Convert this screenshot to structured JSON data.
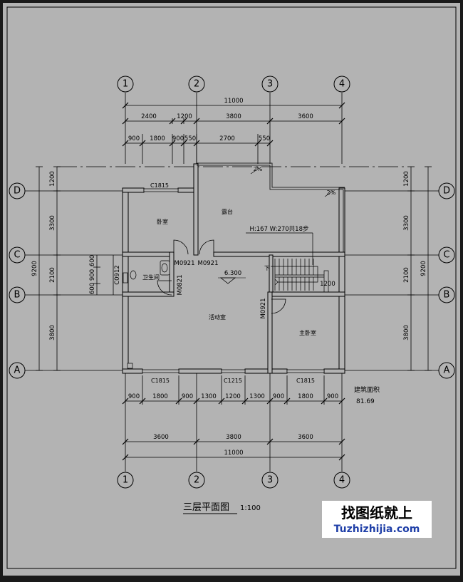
{
  "drawing": {
    "title": "三层平面图",
    "scale": "1:100",
    "axes_vertical": [
      "1",
      "2",
      "3",
      "4"
    ],
    "axes_horizontal": [
      "D",
      "C",
      "B",
      "A"
    ],
    "top_total": "11000",
    "top_row1": [
      "2400",
      "1200",
      "3800",
      "3600"
    ],
    "top_row2": [
      "900",
      "1800",
      "900",
      "550",
      "2700",
      "550"
    ],
    "bottom_row1": [
      "900",
      "1800",
      "900",
      "1300",
      "1200",
      "1300",
      "900",
      "1800",
      "900"
    ],
    "bottom_row2": [
      "3600",
      "3800",
      "3600"
    ],
    "bottom_total": "11000",
    "left_total": "9200",
    "left_rows": [
      "1200",
      "3300",
      "2100",
      "3800"
    ],
    "right_total": "9200",
    "right_rows": [
      "1200",
      "3300",
      "2100",
      "3800"
    ],
    "window_sub": [
      "600",
      "900",
      "600"
    ],
    "rooms": {
      "bedroom": "卧室",
      "terrace": "露台",
      "bathroom": "卫生间",
      "activity": "活动室",
      "master": "主卧室"
    },
    "labels": {
      "c1815_top": "C1815",
      "m0921_a": "M0921",
      "m0921_b": "M0921",
      "m0821": "M0821",
      "c0912": "C0912",
      "m0921_c": "M0921",
      "elevation": "6.300",
      "stair_note": "H:167  W:270共18步",
      "stair_down": "下",
      "stair_dim": "1200",
      "slope1": "2%",
      "slope2": "2%",
      "c1815_bl": "C1815",
      "c1215": "C1215",
      "c1815_br": "C1815"
    },
    "area_label": "建筑面积",
    "area_value": "81.69"
  },
  "watermark": {
    "cn": "找图纸就上",
    "url": "Tuzhizhijia.com"
  }
}
